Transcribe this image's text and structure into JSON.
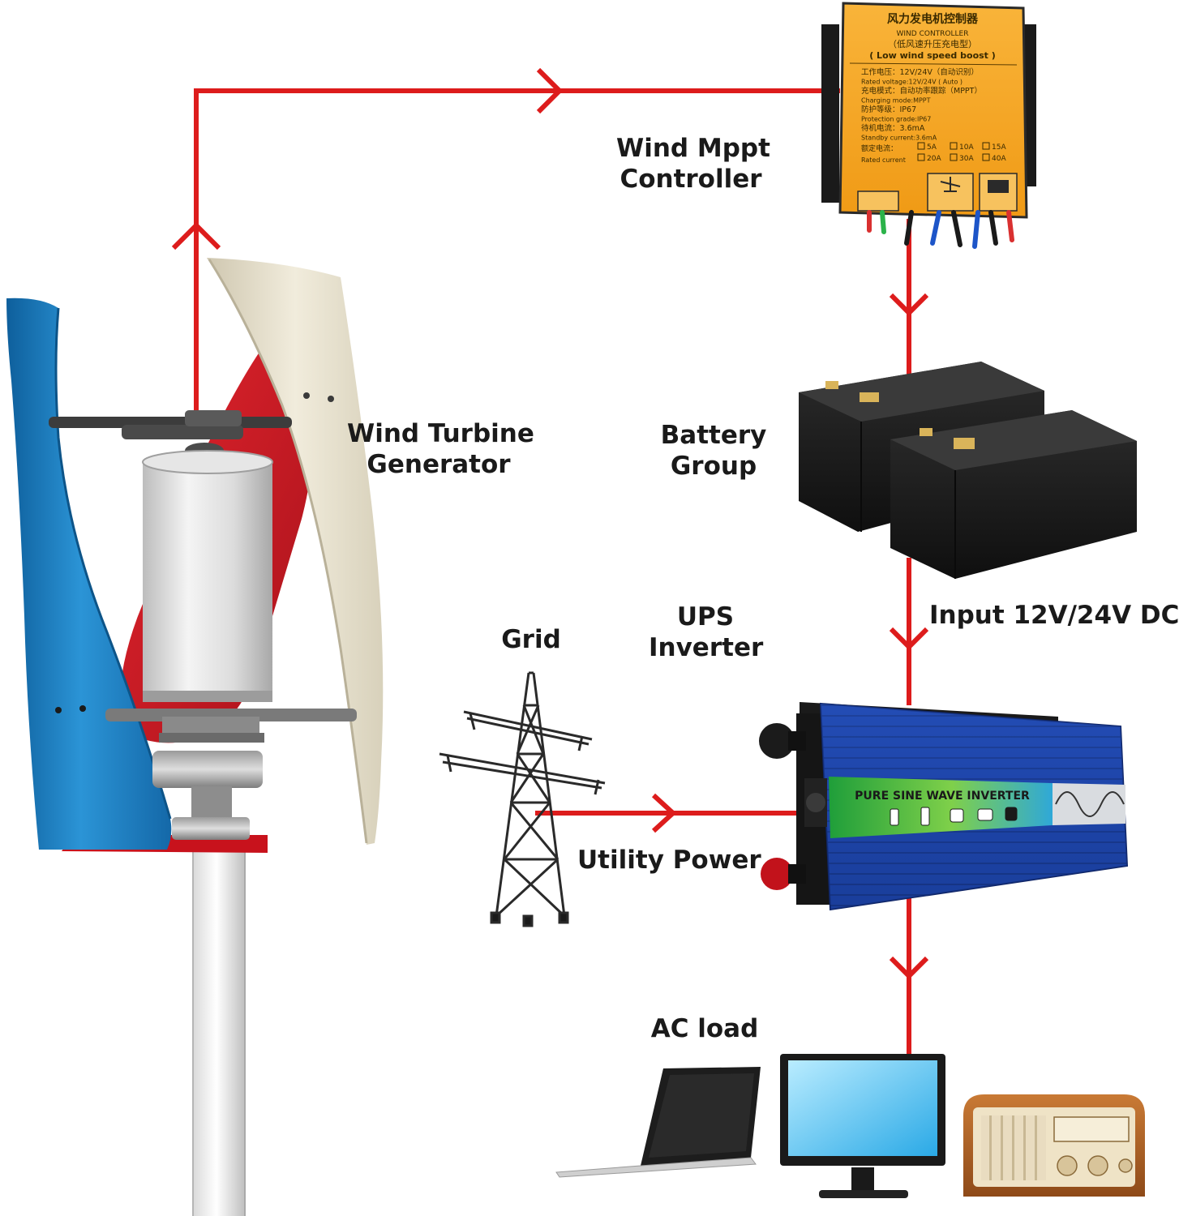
{
  "colors": {
    "wire": "#dd1c1c",
    "blade_blue": "#1f7fc0",
    "blade_red": "#d0202a",
    "blade_cream": "#ece6d4",
    "controller": "#f5a623",
    "inverter": "#1c3f9e",
    "battery": "#1b1b1b"
  },
  "labels": {
    "turbine": [
      "Wind Turbine",
      "Generator"
    ],
    "controller": [
      "Wind Mppt",
      "Controller"
    ],
    "battery": [
      "Battery",
      "Group"
    ],
    "inverter": [
      "UPS",
      "Inverter"
    ],
    "input": "Input 12V/24V DC",
    "grid": "Grid",
    "utility": "Utility Power",
    "acload": "AC load"
  },
  "controller_panel": {
    "title_cn": "风力发电机控制器",
    "title_en": "WIND CONTROLLER",
    "sub_cn": "（低风速升压充电型）",
    "sub_en": "( Low wind speed boost )",
    "rows": [
      "工作电压：12V/24V（自动识别）",
      "Rated voltage:12V/24V ( Auto )",
      "充电模式：自动功率跟踪（MPPT）",
      "Charging mode:MPPT",
      "防护等级：IP67",
      "Protection grade:IP67",
      "待机电流：3.6mA",
      "Standby current:3.6mA"
    ],
    "rated_cn": "额定电流：",
    "rated_en": "Rated current",
    "currents": [
      "5A",
      "10A",
      "15A",
      "20A",
      "30A",
      "40A"
    ]
  },
  "inverter_panel": {
    "banner": "PURE SINE WAVE INVERTER"
  },
  "icons": [
    "wind-turbine-icon",
    "mppt-controller-icon",
    "battery-icon",
    "inverter-icon",
    "pylon-icon",
    "laptop-icon",
    "monitor-icon",
    "radio-icon"
  ]
}
